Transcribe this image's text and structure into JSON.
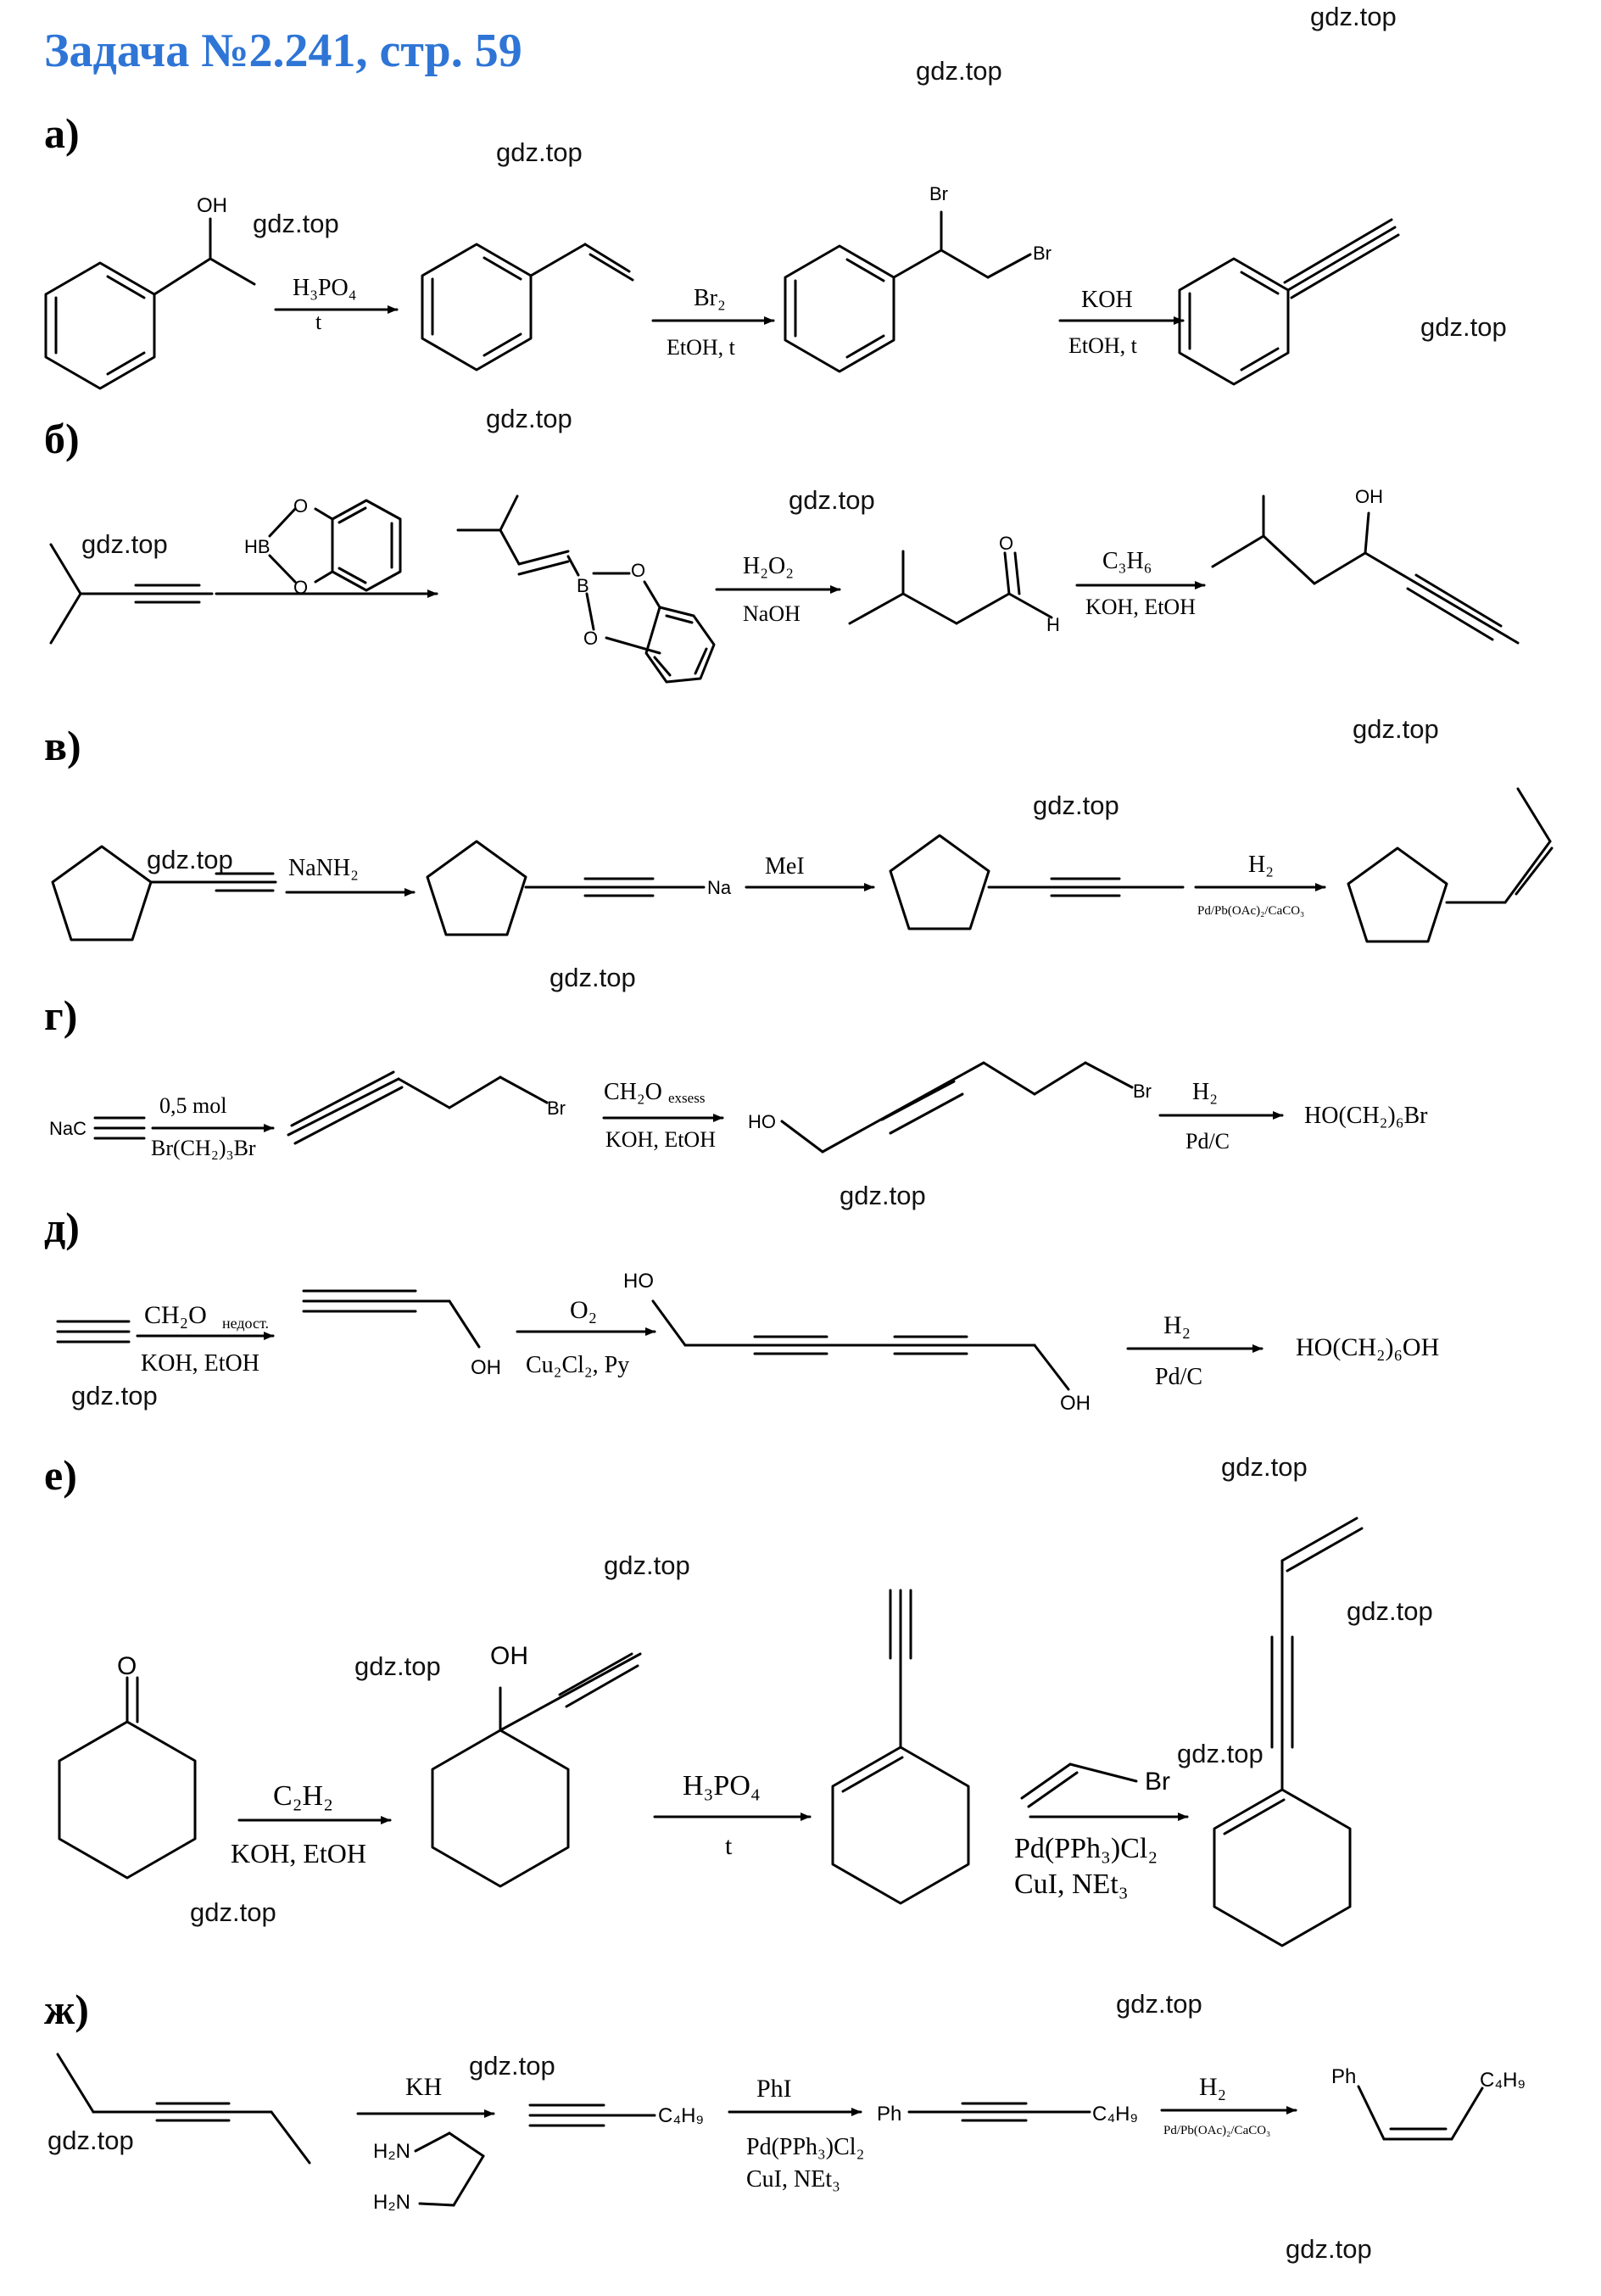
{
  "title": "Задача №2.241, стр. 59",
  "watermark": "gdz.top",
  "parts": [
    "а)",
    "б)",
    "в)",
    "г)",
    "д)",
    "е)",
    "ж)"
  ],
  "a": {
    "oh": "OH",
    "r1_top": "H₃PO₄",
    "r1_bot": "t",
    "r2_top": "Br₂",
    "r2_bot": "EtOH, t",
    "br_top": "Br",
    "br_side": "Br",
    "r3_top": "KOH",
    "r3_bot": "EtOH, t"
  },
  "b": {
    "hb": "HB",
    "o1": "O",
    "o2": "O",
    "boron": "B",
    "o3": "O",
    "o4": "O",
    "r2_top": "H₂O₂",
    "r2_bot": "NaOH",
    "h": "H",
    "o5": "O",
    "r3_top": "C₃H₆",
    "r3_bot": "KOH, EtOH",
    "oh": "OH"
  },
  "v": {
    "r1_top": "NaNH₂",
    "na": "Na",
    "r2_top": "MeI",
    "r3_top": "H₂",
    "r3_bot": "Pd/Pb(OAc)₂/CaCO₃"
  },
  "g": {
    "nac": "NaC",
    "r1_top": "0,5 mol",
    "r1_bot": "Br(CH₂)₃Br",
    "br1": "Br",
    "r2_top_main": "CH₂O",
    "r2_top_sub": "exsess",
    "r2_bot": "KOH, EtOH",
    "ho": "HO",
    "br2": "Br",
    "r3_top": "H₂",
    "r3_bot": "Pd/C",
    "product": "HO(CH₂)₆Br"
  },
  "d": {
    "r1_top_main": "CH₂O",
    "r1_top_sub": "недост.",
    "r1_bot": "KOH, EtOH",
    "oh1": "OH",
    "r2_top": "O₂",
    "r2_bot": "Cu₂Cl₂, Py",
    "ho": "HO",
    "oh2": "OH",
    "r3_top": "H₂",
    "r3_bot": "Pd/C",
    "product": "HO(CH₂)₆OH"
  },
  "e": {
    "o": "O",
    "r1_top": "C₂H₂",
    "r1_bot": "KOH, EtOH",
    "oh": "OH",
    "r2_top": "H₃PO₄",
    "r2_bot": "t",
    "br": "Br",
    "r3_bot1": "Pd(PPh₃)Cl₂",
    "r3_bot2": "CuI, NEt₃"
  },
  "zh": {
    "r1_top": "KH",
    "h2n1": "H₂N",
    "h2n2": "H₂N",
    "c4h9_1": "C₄H₉",
    "r2_top": "PhI",
    "r2_bot1": "Pd(PPh₃)Cl₂",
    "r2_bot2": "CuI, NEt₃",
    "ph1": "Ph",
    "c4h9_2": "C₄H₉",
    "r3_top": "H₂",
    "r3_bot": "Pd/Pb(OAc)₂/CaCO₃",
    "ph2": "Ph",
    "c4h9_3": "C₄H₉"
  }
}
